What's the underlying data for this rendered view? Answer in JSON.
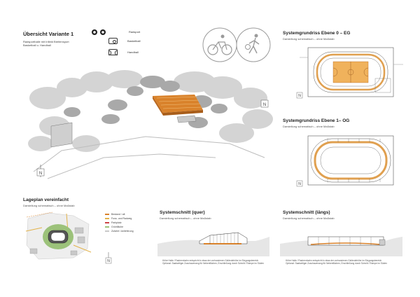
{
  "overview": {
    "title": "Übersicht Variante 1",
    "lines": [
      "Radsporthalle mit Infield Breitensport",
      "Basketball u. Handball"
    ]
  },
  "legend": [
    {
      "icon": "cycling-icon",
      "label": "Radsport"
    },
    {
      "icon": "basketball-court-icon",
      "label": "Basketball"
    },
    {
      "icon": "handball-court-icon",
      "label": "Handball"
    }
  ],
  "plan_eg": {
    "title": "Systemgrundriss Ebene 0 – EG",
    "subtitle": "Darstellung schematisch – ohne Maßstab"
  },
  "plan_og": {
    "title": "Systemgrundriss Ebene 1– OG",
    "subtitle": "Darstellung schematisch – ohne Maßstab"
  },
  "site": {
    "title": "Lageplan vereinfacht",
    "subtitle": "Darstellung schematisch – ohne Maßstab",
    "legend": [
      "Bestand / alt",
      "Fuss- und Radweg",
      "Parkplatz",
      "Grünfläche",
      "Zufahrt / Anlieferung"
    ]
  },
  "section_quer": {
    "title": "Systemschnitt (quer)",
    "subtitle": "Darstellung schematisch – ohne Maßstab",
    "notes": [
      "Höhe Halle / Radrennbahn entspricht in etwa der vorhandenen Geländehöhe im Eingangsbereich",
      "Optional: Saalseitiger Zuschauerrang für Nebenflächen, Erschließung durch Schnitt / Rampe im Süden"
    ]
  },
  "section_laengs": {
    "title": "Systemschnitt (längs)",
    "subtitle": "Darstellung schematisch – ohne Maßstab",
    "notes": [
      "Höhe Halle / Radrennbahn entspricht in etwa der vorhandenen Geländehöhe im Eingangsbereich",
      "Optional: Saalseitiger Zuschauerrang für Nebenflächen, Erschließung durch Schnitt / Rampe im Süden"
    ]
  },
  "north_label": "N",
  "colors": {
    "accent": "#d9822b",
    "accent_light": "#f0b25c",
    "ink": "#333333",
    "grey": "#9a9a9a"
  }
}
